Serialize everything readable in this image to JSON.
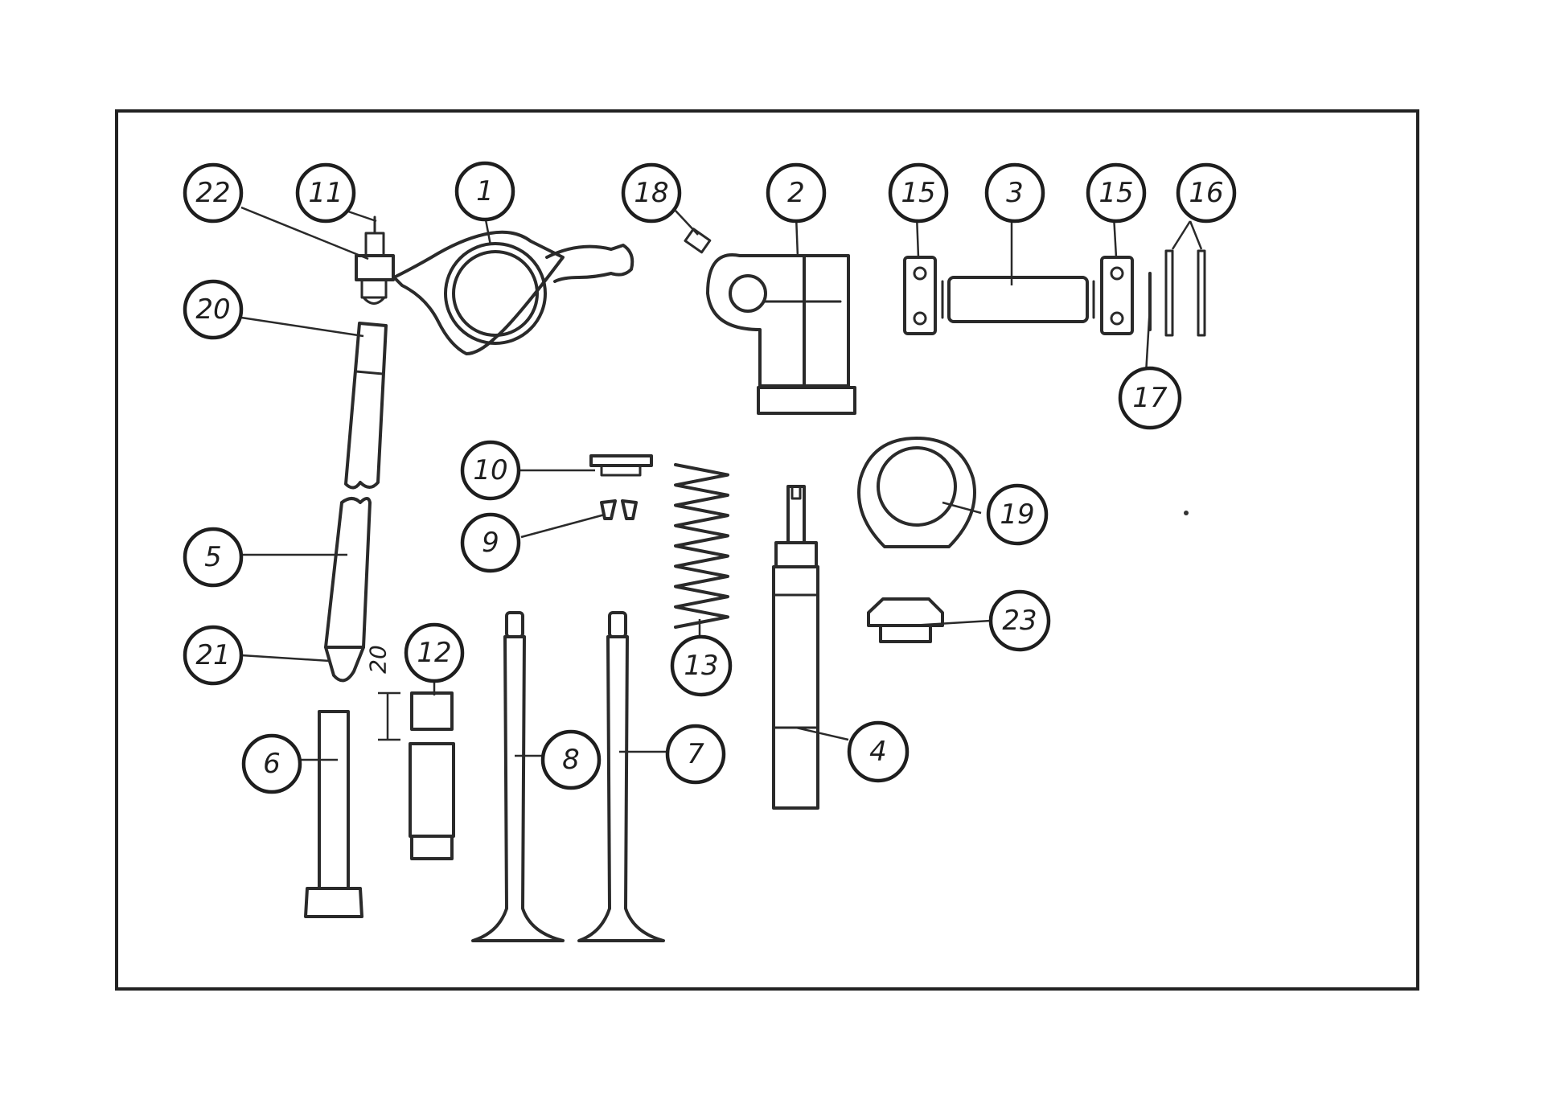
{
  "diagram": {
    "callouts": [
      {
        "id": "c22",
        "label": "22"
      },
      {
        "id": "c11",
        "label": "11"
      },
      {
        "id": "c1",
        "label": "1"
      },
      {
        "id": "c18",
        "label": "18"
      },
      {
        "id": "c2",
        "label": "2"
      },
      {
        "id": "c15a",
        "label": "15"
      },
      {
        "id": "c3",
        "label": "3"
      },
      {
        "id": "c15b",
        "label": "15"
      },
      {
        "id": "c16",
        "label": "16"
      },
      {
        "id": "c20",
        "label": "20"
      },
      {
        "id": "c17",
        "label": "17"
      },
      {
        "id": "c10",
        "label": "10"
      },
      {
        "id": "c9",
        "label": "9"
      },
      {
        "id": "c19",
        "label": "19"
      },
      {
        "id": "c5",
        "label": "5"
      },
      {
        "id": "c23",
        "label": "23"
      },
      {
        "id": "c13",
        "label": "13"
      },
      {
        "id": "c21",
        "label": "21"
      },
      {
        "id": "c12",
        "label": "12"
      },
      {
        "id": "c6",
        "label": "6"
      },
      {
        "id": "c8",
        "label": "8"
      },
      {
        "id": "c7",
        "label": "7"
      },
      {
        "id": "c4",
        "label": "4"
      }
    ],
    "dimension": {
      "value": "20"
    }
  }
}
